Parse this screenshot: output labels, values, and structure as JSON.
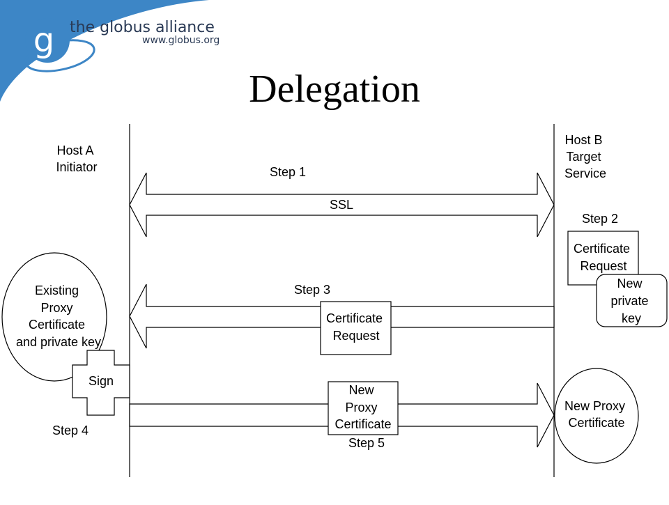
{
  "logo": {
    "letter": "g",
    "brand": "the globus alliance",
    "url": "www.globus.org"
  },
  "title": "Delegation",
  "host_a": [
    "Host A",
    "Initiator"
  ],
  "host_b": [
    "Host B",
    "Target",
    "Service"
  ],
  "steps": {
    "step1": "Step 1",
    "ssl": "SSL",
    "step2": "Step 2",
    "step3": "Step 3",
    "step4": "Step 4",
    "step5": "Step 5"
  },
  "existing_proxy": [
    "Existing",
    "Proxy",
    "Certificate",
    "and private key"
  ],
  "cert_request_b": [
    "Certificate",
    "Request"
  ],
  "new_private_key": [
    "New",
    "private",
    "key"
  ],
  "cert_request_mid": [
    "Certificate",
    "Request"
  ],
  "sign": "Sign",
  "new_proxy_mid": [
    "New",
    "Proxy",
    "Certificate"
  ],
  "new_proxy_b": [
    "New Proxy",
    "Certificate"
  ],
  "colors": {
    "brand_blue": "#3d86c6",
    "logo_text": "#2a3a55",
    "line": "#000000"
  }
}
